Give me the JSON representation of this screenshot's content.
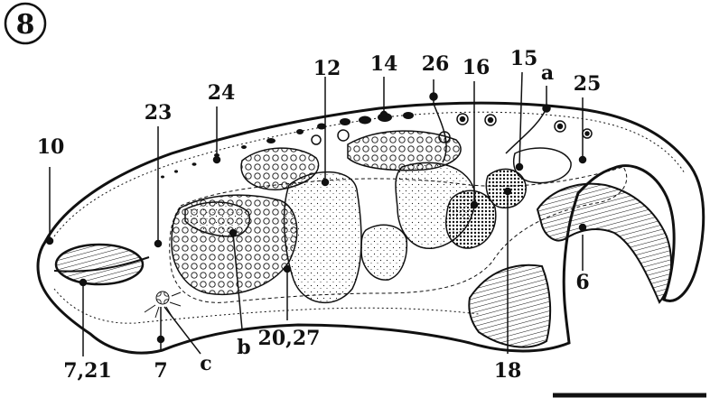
{
  "figure": {
    "number": "8",
    "labels": {
      "l10": "10",
      "l23": "23",
      "l24": "24",
      "l12": "12",
      "l14": "14",
      "l26": "26",
      "l16": "16",
      "l15": "15",
      "la": "a",
      "l25": "25",
      "l6": "6",
      "l18": "18",
      "l20_27": "20,27",
      "lb": "b",
      "lc": "c",
      "l7": "7",
      "l7_21": "7,21"
    }
  },
  "colors": {
    "ink": "#111111",
    "background": "#ffffff"
  }
}
